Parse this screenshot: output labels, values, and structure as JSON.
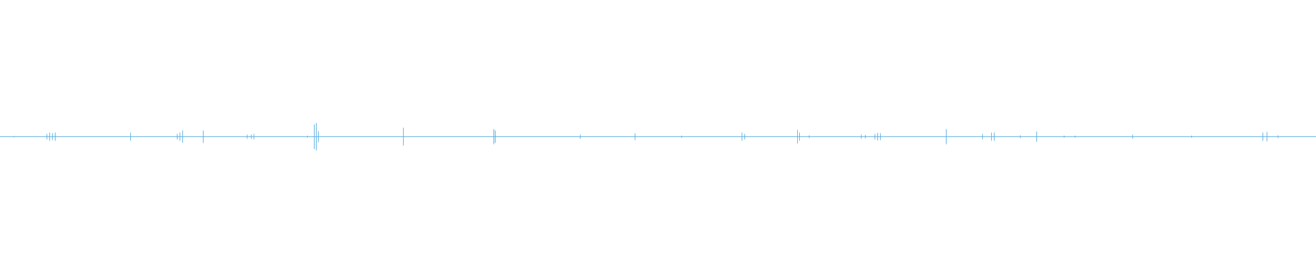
{
  "waveform": {
    "color": "#5aaee0",
    "duration_samples": 1920,
    "amplitude_range": [
      -1,
      1
    ],
    "bursts": [
      {
        "t": 20,
        "amp": 0.005
      },
      {
        "t": 68,
        "amp": 0.02
      },
      {
        "t": 72,
        "amp": 0.03
      },
      {
        "t": 76,
        "amp": 0.025
      },
      {
        "t": 80,
        "amp": 0.03
      },
      {
        "t": 190,
        "amp": 0.03
      },
      {
        "t": 258,
        "amp": 0.02
      },
      {
        "t": 262,
        "amp": 0.03
      },
      {
        "t": 266,
        "amp": 0.045
      },
      {
        "t": 296,
        "amp": 0.045
      },
      {
        "t": 360,
        "amp": 0.015
      },
      {
        "t": 366,
        "amp": 0.015
      },
      {
        "t": 370,
        "amp": 0.02
      },
      {
        "t": 448,
        "amp": 0.008
      },
      {
        "t": 458,
        "amp": 0.09
      },
      {
        "t": 461,
        "amp": 0.1
      },
      {
        "t": 464,
        "amp": 0.04
      },
      {
        "t": 588,
        "amp": 0.065
      },
      {
        "t": 720,
        "amp": 0.055
      },
      {
        "t": 722,
        "amp": 0.045
      },
      {
        "t": 846,
        "amp": 0.015
      },
      {
        "t": 926,
        "amp": 0.025
      },
      {
        "t": 994,
        "amp": 0.008
      },
      {
        "t": 1082,
        "amp": 0.03
      },
      {
        "t": 1086,
        "amp": 0.02
      },
      {
        "t": 1163,
        "amp": 0.05
      },
      {
        "t": 1166,
        "amp": 0.03
      },
      {
        "t": 1180,
        "amp": 0.01
      },
      {
        "t": 1256,
        "amp": 0.015
      },
      {
        "t": 1262,
        "amp": 0.012
      },
      {
        "t": 1276,
        "amp": 0.02
      },
      {
        "t": 1280,
        "amp": 0.028
      },
      {
        "t": 1284,
        "amp": 0.025
      },
      {
        "t": 1380,
        "amp": 0.055
      },
      {
        "t": 1433,
        "amp": 0.02
      },
      {
        "t": 1446,
        "amp": 0.03
      },
      {
        "t": 1450,
        "amp": 0.03
      },
      {
        "t": 1488,
        "amp": 0.01
      },
      {
        "t": 1512,
        "amp": 0.038
      },
      {
        "t": 1552,
        "amp": 0.008
      },
      {
        "t": 1568,
        "amp": 0.008
      },
      {
        "t": 1652,
        "amp": 0.015
      },
      {
        "t": 1738,
        "amp": 0.008
      },
      {
        "t": 1842,
        "amp": 0.03
      },
      {
        "t": 1848,
        "amp": 0.035
      },
      {
        "t": 1864,
        "amp": 0.01
      }
    ]
  }
}
